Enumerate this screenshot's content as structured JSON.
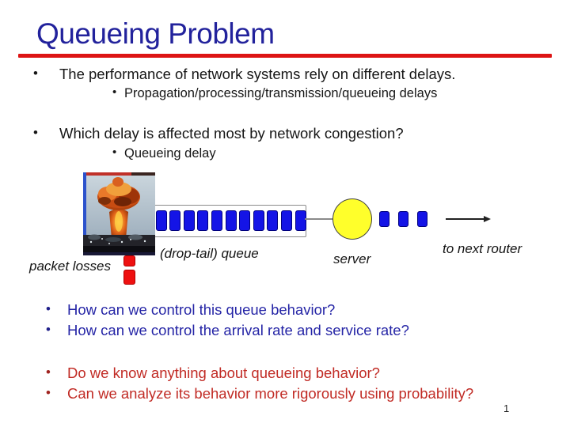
{
  "title": "Queueing Problem",
  "page_number": "1",
  "colors": {
    "title_blue": "#22229c",
    "rule_red": "#dd1414",
    "body_text": "#161616",
    "question_blue": "#2525a6",
    "question_red": "#c12b25",
    "packet_blue": "#1414e6",
    "server_yellow": "#ffff2b",
    "loss_red": "#ee1010"
  },
  "bullets_top": [
    {
      "level": 1,
      "text": "The performance of network systems rely on different delays."
    },
    {
      "level": 2,
      "text": "Propagation/processing/transmission/queueing delays"
    },
    {
      "level": 1,
      "text": "Which delay is affected most by network congestion?"
    },
    {
      "level": 2,
      "text": "Queueing delay"
    }
  ],
  "diagram": {
    "labels": {
      "queue": "(drop-tail) queue",
      "server": "server",
      "next_router": "to next router",
      "packet_losses": "packet losses"
    },
    "queue_packet_count": 11,
    "outgoing_packet_count": 3,
    "dropped_packet_count": 2,
    "explosion_image": "nuclear-explosion-photo"
  },
  "bullets_bottom": [
    {
      "color": "blue",
      "text": "How can we control this queue behavior?"
    },
    {
      "color": "blue",
      "text": "How can we control the arrival rate and service rate?"
    },
    {
      "color": "red",
      "text": "Do we know anything about queueing behavior?"
    },
    {
      "color": "red",
      "text": "Can we analyze its behavior more rigorously using probability?"
    }
  ]
}
